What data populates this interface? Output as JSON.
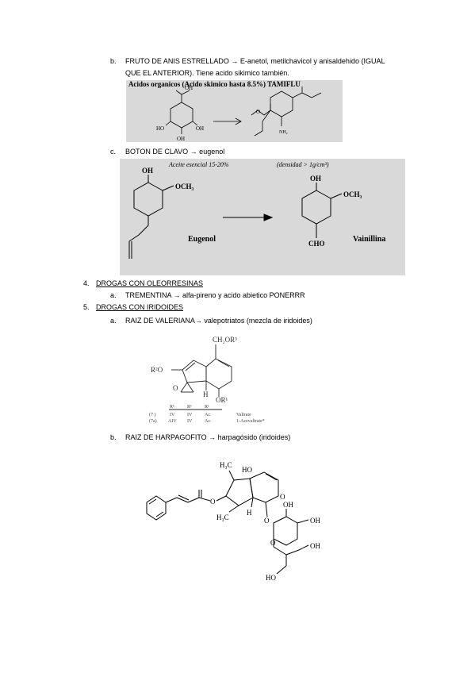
{
  "items": {
    "b1": {
      "marker": "b.",
      "text": "FRUTO DE ANIS ESTRELLADO → E-anetol, metilchavicol y anisaldehido (IGUAL",
      "cont": "QUE EL ANTERIOR). Tiene acido sikimico también."
    },
    "c1": {
      "marker": "c.",
      "text": "BOTON DE CLAVO → eugenol"
    },
    "n4": {
      "marker": "4.",
      "text": "DROGAS CON OLEORRESINAS"
    },
    "a4": {
      "marker": "a.",
      "text": "TREMENTINA → alfa-pireno y acido abietico PONERRR"
    },
    "n5": {
      "marker": "5.",
      "text": "DROGAS CON IRIDOIDES"
    },
    "a5": {
      "marker": "a.",
      "text": "RAIZ DE VALERIANA→ valepotriatos (mezcla de iridoides)"
    },
    "b5": {
      "marker": "b.",
      "text": "RAIZ DE HARPAGOFITO → harpagósido (iridoides)"
    }
  },
  "fig_shikimic": {
    "header": "Acidos organicos (Acido skimico  hasta 8.5%)  TAMIFLU",
    "labels": {
      "oh_top": "OH",
      "ho": "HO",
      "oh_r": "OH",
      "oh_b": "OH",
      "o": "O",
      "nh2": "NH₂"
    }
  },
  "fig_eugenol": {
    "header_left": "Aceite esencial 15-20%",
    "header_right": "(densidad > 1g/cm³)",
    "labels": {
      "oh1": "OH",
      "och3_1": "OCH₃",
      "oh2": "OH",
      "och3_2": "OCH₃",
      "cho": "CHO"
    },
    "name_left": "Eugenol",
    "name_right": "Vainillina"
  },
  "fig_valtrate": {
    "labels": {
      "ch2or3": "CH₂OR³",
      "r2o": "R²O",
      "h": "H",
      "o": "O",
      "or1": "OR¹"
    },
    "table_header": [
      "R¹",
      "R¹",
      "R¹"
    ],
    "rows": [
      {
        "id": "(7 )",
        "c1": "IV",
        "c2": "IV",
        "c3": "Ac",
        "name": "Valtrate"
      },
      {
        "id": "(7a)",
        "c1": "AIV",
        "c2": "IV",
        "c3": "Ac",
        "name": "1-Acevaltrate*"
      }
    ]
  },
  "fig_harpago": {
    "labels": {
      "h3c_top": "H₃C",
      "ho": "HO",
      "o_ester": "O",
      "o_ring": "O",
      "h3c_bot": "H₃C",
      "h": "H",
      "o_gly": "O",
      "oh1": "OH",
      "o_sug": "O",
      "oh2": "OH",
      "oh3": "OH",
      "ho_bot": "HO"
    }
  }
}
